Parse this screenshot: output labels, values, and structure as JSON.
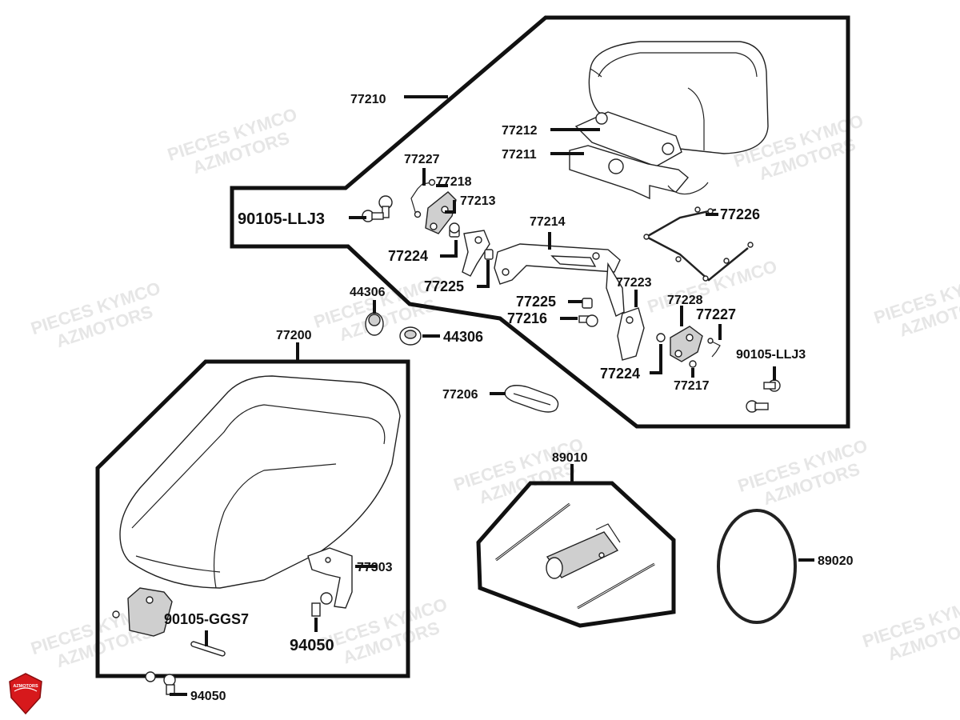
{
  "watermark": {
    "line1": "PIECES KYMCO",
    "line2": "AZMOTORS"
  },
  "logo": {
    "text": "AZMOTORS",
    "color": "#d7191c"
  },
  "labels": {
    "p77210": "77210",
    "p77212": "77212",
    "p77211": "77211",
    "p77227a": "77227",
    "p77218": "77218",
    "p77213": "77213",
    "p90105a": "90105-LLJ3",
    "p77214": "77214",
    "p77226": "77226",
    "p77224a": "77224",
    "p77225a": "77225",
    "p44306a": "44306",
    "p44306b": "44306",
    "p77223": "77223",
    "p77225b": "77225",
    "p77216": "77216",
    "p77228": "77228",
    "p77227b": "77227",
    "p90105b": "90105-LLJ3",
    "p77224b": "77224",
    "p77217": "77217",
    "p77200": "77200",
    "p77206": "77206",
    "p89010": "89010",
    "p89020": "89020",
    "p77303": "77303",
    "p90105c": "90105-GGS7",
    "p94050a": "94050",
    "p94050b": "94050"
  }
}
